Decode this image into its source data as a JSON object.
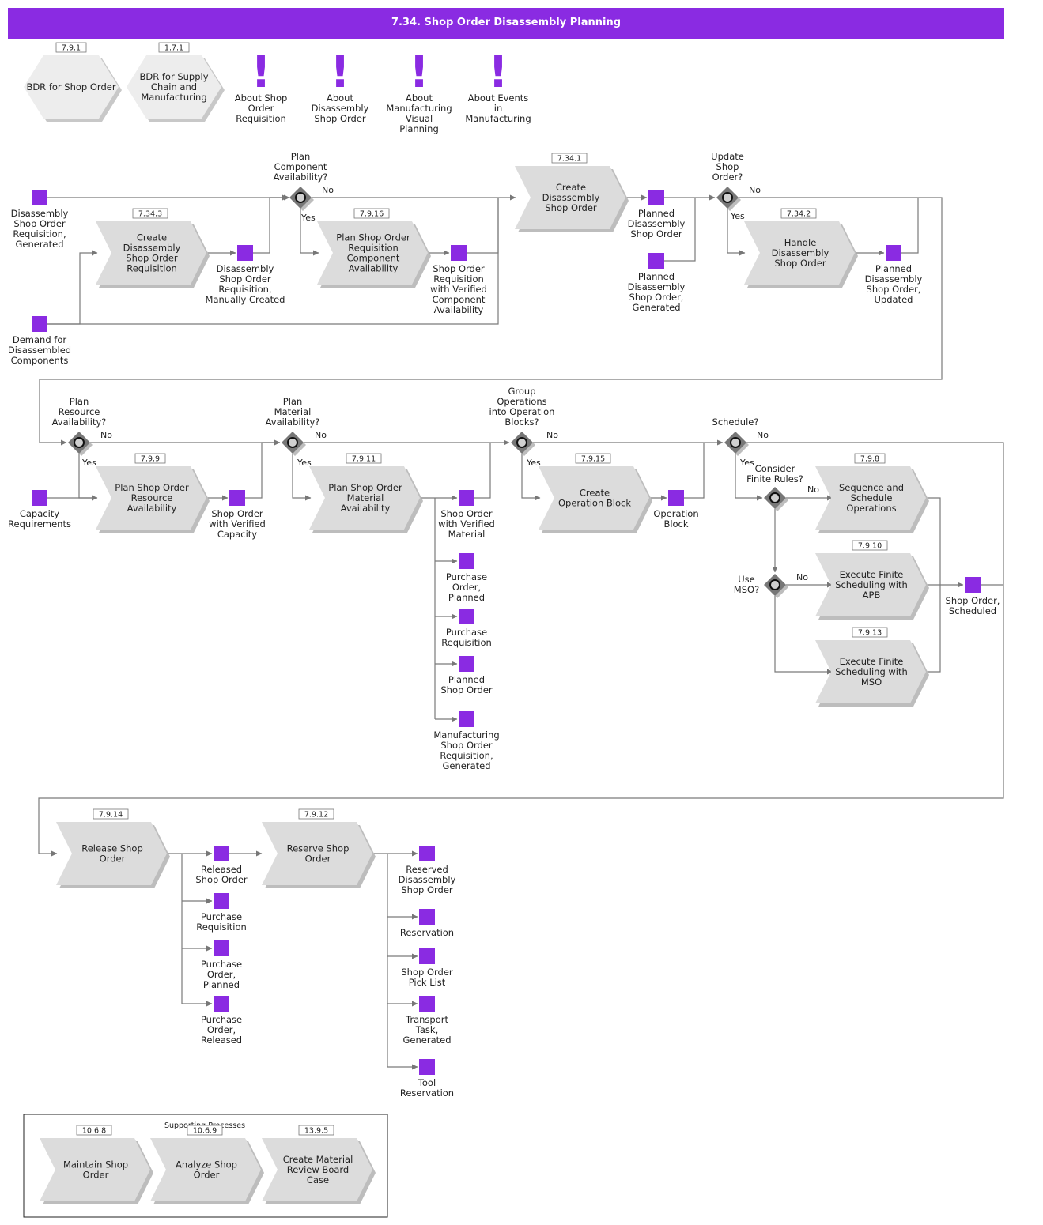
{
  "title": "7.34. Shop Order Disassembly Planning",
  "colors": {
    "title_bg": "#8a2be2",
    "event": "#8a2be2",
    "process": "#dcdcdc",
    "gateway": "#777777"
  },
  "links": [
    {
      "id": "l1",
      "ref": "7.9.1",
      "lines": [
        "BDR for Shop Order"
      ]
    },
    {
      "id": "l2",
      "ref": "1.7.1",
      "lines": [
        "BDR for Supply",
        "Chain and",
        "Manufacturing"
      ]
    }
  ],
  "notes": [
    {
      "id": "n1",
      "lines": [
        "About Shop",
        "Order",
        "Requisition"
      ]
    },
    {
      "id": "n2",
      "lines": [
        "About",
        "Disassembly",
        "Shop Order"
      ]
    },
    {
      "id": "n3",
      "lines": [
        "About",
        "Manufacturing",
        "Visual",
        "Planning"
      ]
    },
    {
      "id": "n4",
      "lines": [
        "About Events",
        "in",
        "Manufacturing"
      ]
    }
  ],
  "processes": [
    {
      "id": "p7343",
      "ref": "7.34.3",
      "lines": [
        "Create",
        "Disassembly",
        "Shop Order",
        "Requisition"
      ]
    },
    {
      "id": "p7916",
      "ref": "7.9.16",
      "lines": [
        "Plan Shop Order",
        "Requisition",
        "Component",
        "Availability"
      ]
    },
    {
      "id": "p7341",
      "ref": "7.34.1",
      "lines": [
        "Create",
        "Disassembly",
        "Shop Order"
      ]
    },
    {
      "id": "p7342",
      "ref": "7.34.2",
      "lines": [
        "Handle",
        "Disassembly",
        "Shop Order"
      ]
    },
    {
      "id": "p799",
      "ref": "7.9.9",
      "lines": [
        "Plan Shop Order",
        "Resource",
        "Availability"
      ]
    },
    {
      "id": "p7911",
      "ref": "7.9.11",
      "lines": [
        "Plan Shop Order",
        "Material",
        "Availability"
      ]
    },
    {
      "id": "p7915",
      "ref": "7.9.15",
      "lines": [
        "Create",
        "Operation Block"
      ]
    },
    {
      "id": "p798",
      "ref": "7.9.8",
      "lines": [
        "Sequence and",
        "Schedule",
        "Operations"
      ]
    },
    {
      "id": "p7910",
      "ref": "7.9.10",
      "lines": [
        "Execute Finite",
        "Scheduling with",
        "APB"
      ]
    },
    {
      "id": "p7913",
      "ref": "7.9.13",
      "lines": [
        "Execute Finite",
        "Scheduling with",
        "MSO"
      ]
    },
    {
      "id": "p7914",
      "ref": "7.9.14",
      "lines": [
        "Release Shop",
        "Order"
      ]
    },
    {
      "id": "p7912",
      "ref": "7.9.12",
      "lines": [
        "Reserve Shop",
        "Order"
      ]
    },
    {
      "id": "s1068",
      "ref": "10.6.8",
      "lines": [
        "Maintain Shop",
        "Order"
      ]
    },
    {
      "id": "s1069",
      "ref": "10.6.9",
      "lines": [
        "Analyze Shop",
        "Order"
      ]
    },
    {
      "id": "s1395",
      "ref": "13.9.5",
      "lines": [
        "Create Material",
        "Review Board",
        "Case"
      ]
    }
  ],
  "events": [
    {
      "id": "e1",
      "lines": [
        "Disassembly",
        "Shop Order",
        "Requisition,",
        "Generated"
      ]
    },
    {
      "id": "e2",
      "lines": [
        "Demand for",
        "Disassembled",
        "Components"
      ]
    },
    {
      "id": "e3",
      "lines": [
        "Disassembly",
        "Shop Order",
        "Requisition,",
        "Manually Created"
      ]
    },
    {
      "id": "e4",
      "lines": [
        "Shop Order",
        "Requisition",
        "with Verified",
        "Component",
        "Availability"
      ]
    },
    {
      "id": "e5",
      "lines": [
        "Planned",
        "Disassembly",
        "Shop Order"
      ]
    },
    {
      "id": "e6",
      "lines": [
        "Planned",
        "Disassembly",
        "Shop Order,",
        "Generated"
      ]
    },
    {
      "id": "e7",
      "lines": [
        "Planned",
        "Disassembly",
        "Shop Order,",
        "Updated"
      ]
    },
    {
      "id": "e8",
      "lines": [
        "Capacity",
        "Requirements"
      ]
    },
    {
      "id": "e9",
      "lines": [
        "Shop Order",
        "with Verified",
        "Capacity"
      ]
    },
    {
      "id": "e10",
      "lines": [
        "Shop Order",
        "with Verified",
        "Material"
      ]
    },
    {
      "id": "e11",
      "lines": [
        "Purchase",
        "Order,",
        "Planned"
      ]
    },
    {
      "id": "e12",
      "lines": [
        "Purchase",
        "Requisition"
      ]
    },
    {
      "id": "e13",
      "lines": [
        "Planned",
        "Shop Order"
      ]
    },
    {
      "id": "e14",
      "lines": [
        "Manufacturing",
        "Shop Order",
        "Requisition,",
        "Generated"
      ]
    },
    {
      "id": "e15",
      "lines": [
        "Operation",
        "Block"
      ]
    },
    {
      "id": "e16",
      "lines": [
        "Shop Order,",
        "Scheduled"
      ]
    },
    {
      "id": "e17",
      "lines": [
        "Released",
        "Shop Order"
      ]
    },
    {
      "id": "e18",
      "lines": [
        "Purchase",
        "Requisition"
      ]
    },
    {
      "id": "e19",
      "lines": [
        "Purchase",
        "Order,",
        "Planned"
      ]
    },
    {
      "id": "e20",
      "lines": [
        "Purchase",
        "Order,",
        "Released"
      ]
    },
    {
      "id": "e21",
      "lines": [
        "Reserved",
        "Disassembly",
        "Shop Order"
      ]
    },
    {
      "id": "e22",
      "lines": [
        "Reservation"
      ]
    },
    {
      "id": "e23",
      "lines": [
        "Shop Order",
        "Pick List"
      ]
    },
    {
      "id": "e24",
      "lines": [
        "Transport",
        "Task,",
        "Generated"
      ]
    },
    {
      "id": "e25",
      "lines": [
        "Tool",
        "Reservation"
      ]
    }
  ],
  "gateways": [
    {
      "id": "g1",
      "lines": [
        "Plan",
        "Component",
        "Availability?"
      ]
    },
    {
      "id": "g2",
      "lines": [
        "Update",
        "Shop",
        "Order?"
      ]
    },
    {
      "id": "g3",
      "lines": [
        "Plan",
        "Resource",
        "Availability?"
      ]
    },
    {
      "id": "g4",
      "lines": [
        "Plan",
        "Material",
        "Availability?"
      ]
    },
    {
      "id": "g5",
      "lines": [
        "Group",
        "Operations",
        "into Operation",
        "Blocks?"
      ]
    },
    {
      "id": "g6",
      "lines": [
        "Schedule?"
      ]
    },
    {
      "id": "g7",
      "lines": [
        "Consider",
        "Finite Rules?"
      ]
    },
    {
      "id": "g8",
      "lines": [
        "Use",
        "MSO?"
      ]
    }
  ],
  "flow_labels": {
    "yes": "Yes",
    "no": "No"
  },
  "supporting": {
    "title": "Supporting Processes"
  }
}
